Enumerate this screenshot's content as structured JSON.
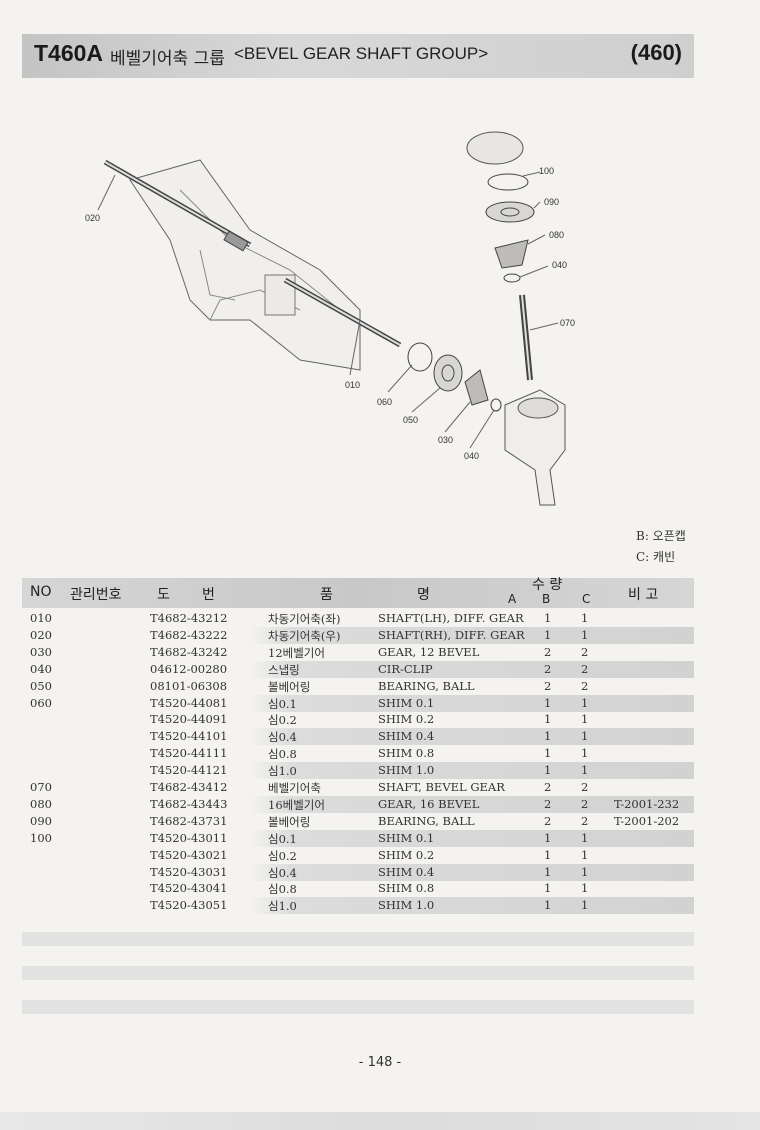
{
  "header": {
    "model": "T460A",
    "title_kr": "베벨기어축 그룹",
    "title_en": "<BEVEL GEAR SHAFT GROUP>",
    "page_code": "(460)"
  },
  "diagram": {
    "callouts": [
      "100",
      "090",
      "080",
      "040",
      "070",
      "020",
      "010",
      "060",
      "050",
      "030",
      "040"
    ]
  },
  "legend": {
    "b": "B: 오픈캡",
    "c": "C: 캐빈"
  },
  "table": {
    "headers": {
      "no": "NO",
      "mgmt": "관리번호",
      "drawing_1": "도",
      "drawing_2": "번",
      "name_1": "품",
      "name_2": "명",
      "qty": "수 량",
      "qty_a": "A",
      "qty_b": "B",
      "qty_c": "C",
      "remark": "비 고"
    },
    "rows": [
      {
        "no": "010",
        "part": "T4682-43212",
        "kr": "차동기어축(좌)",
        "en": "SHAFT(LH), DIFF. GEAR",
        "b": "1",
        "c": "1",
        "remark": ""
      },
      {
        "no": "020",
        "part": "T4682-43222",
        "kr": "차동기어축(우)",
        "en": "SHAFT(RH), DIFF. GEAR",
        "b": "1",
        "c": "1",
        "remark": ""
      },
      {
        "no": "030",
        "part": "T4682-43242",
        "kr": "12베벨기어",
        "en": "GEAR, 12 BEVEL",
        "b": "2",
        "c": "2",
        "remark": ""
      },
      {
        "no": "040",
        "part": "04612-00280",
        "kr": "스냅링",
        "en": "CIR-CLIP",
        "b": "2",
        "c": "2",
        "remark": ""
      },
      {
        "no": "050",
        "part": "08101-06308",
        "kr": "볼베어링",
        "en": "BEARING, BALL",
        "b": "2",
        "c": "2",
        "remark": ""
      },
      {
        "no": "060",
        "part": "T4520-44081",
        "kr": "심0.1",
        "en": "SHIM 0.1",
        "b": "1",
        "c": "1",
        "remark": ""
      },
      {
        "no": "",
        "part": "T4520-44091",
        "kr": "심0.2",
        "en": "SHIM 0.2",
        "b": "1",
        "c": "1",
        "remark": ""
      },
      {
        "no": "",
        "part": "T4520-44101",
        "kr": "심0.4",
        "en": "SHIM 0.4",
        "b": "1",
        "c": "1",
        "remark": ""
      },
      {
        "no": "",
        "part": "T4520-44111",
        "kr": "심0.8",
        "en": "SHIM 0.8",
        "b": "1",
        "c": "1",
        "remark": ""
      },
      {
        "no": "",
        "part": "T4520-44121",
        "kr": "심1.0",
        "en": "SHIM 1.0",
        "b": "1",
        "c": "1",
        "remark": ""
      },
      {
        "no": "070",
        "part": "T4682-43412",
        "kr": "베벨기어축",
        "en": "SHAFT, BEVEL GEAR",
        "b": "2",
        "c": "2",
        "remark": ""
      },
      {
        "no": "080",
        "part": "T4682-43443",
        "kr": "16베벨기어",
        "en": "GEAR, 16 BEVEL",
        "b": "2",
        "c": "2",
        "remark": "T-2001-232"
      },
      {
        "no": "090",
        "part": "T4682-43731",
        "kr": "볼베어링",
        "en": "BEARING, BALL",
        "b": "2",
        "c": "2",
        "remark": "T-2001-202"
      },
      {
        "no": "100",
        "part": "T4520-43011",
        "kr": "심0.1",
        "en": "SHIM 0.1",
        "b": "1",
        "c": "1",
        "remark": ""
      },
      {
        "no": "",
        "part": "T4520-43021",
        "kr": "심0.2",
        "en": "SHIM 0.2",
        "b": "1",
        "c": "1",
        "remark": ""
      },
      {
        "no": "",
        "part": "T4520-43031",
        "kr": "심0.4",
        "en": "SHIM 0.4",
        "b": "1",
        "c": "1",
        "remark": ""
      },
      {
        "no": "",
        "part": "T4520-43041",
        "kr": "심0.8",
        "en": "SHIM 0.8",
        "b": "1",
        "c": "1",
        "remark": ""
      },
      {
        "no": "",
        "part": "T4520-43051",
        "kr": "심1.0",
        "en": "SHIM 1.0",
        "b": "1",
        "c": "1",
        "remark": ""
      }
    ]
  },
  "footer": {
    "page_number": "- 148 -"
  }
}
